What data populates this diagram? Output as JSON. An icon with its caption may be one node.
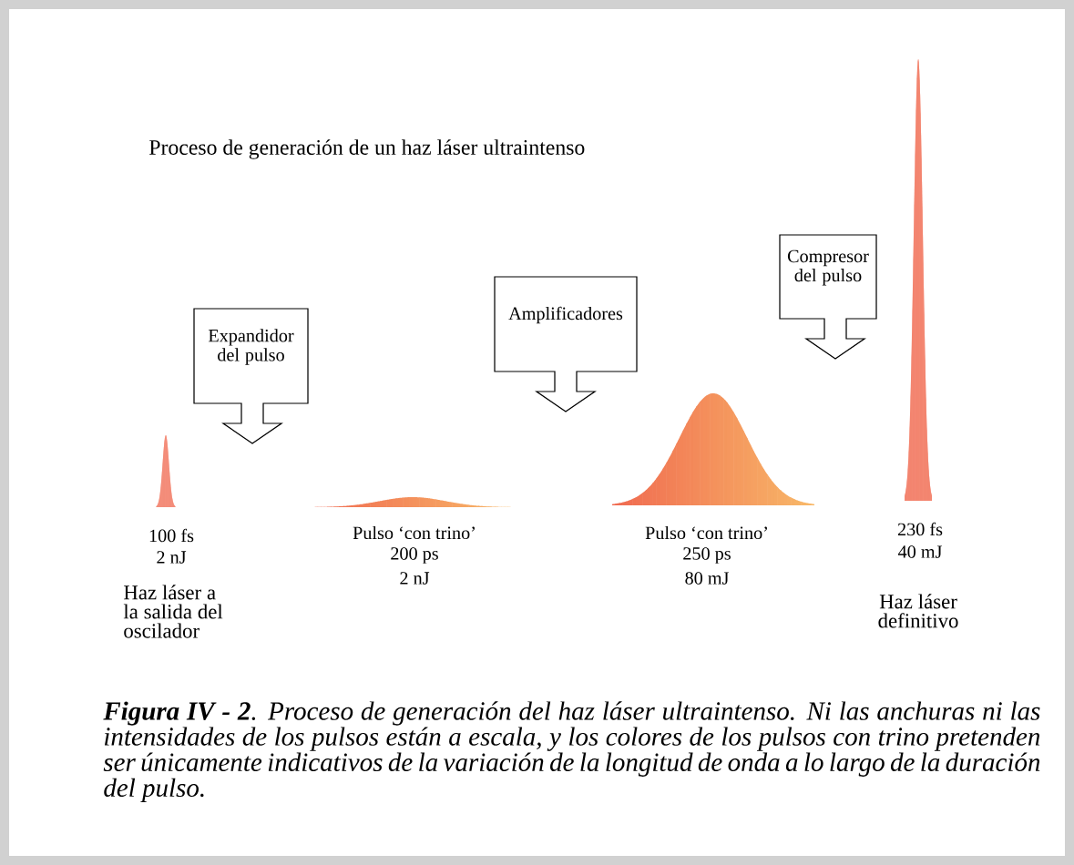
{
  "diagram": {
    "title": "Proceso de generación de un haz láser ultraintenso",
    "caption": "**Figura IV - 2**. Proceso de generación del haz láser ultraintenso. Ni las anchuras ni las intensidades de los pulsos están a escala, y los colores de los pulsos con trino pretenden ser únicamente indicativos de la variación de la longitud de onda a lo largo de la duración del pulso.",
    "nodes": [
      {
        "text": [],
        "shape": "picture",
        "beside": [
          "100 fs",
          "2 nJ",
          "Haz láser a la salida del oscilador"
        ]
      },
      {
        "text": [
          "Expandidor del pulso"
        ]
      },
      {
        "text": [],
        "shape": "picture",
        "beside": [
          "Pulso ‘con trino’",
          "200 ps",
          "2 nJ"
        ]
      },
      {
        "text": [
          "Amplificadores"
        ]
      },
      {
        "text": [],
        "shape": "picture",
        "beside": [
          "Pulso ‘con trino’",
          "250 ps",
          "80 mJ"
        ]
      },
      {
        "text": [
          "Compresor del pulso"
        ]
      },
      {
        "text": [],
        "shape": "picture",
        "beside": [
          "230 fs",
          "40 mJ",
          "Haz láser definitivo"
        ]
      }
    ]
  }
}
